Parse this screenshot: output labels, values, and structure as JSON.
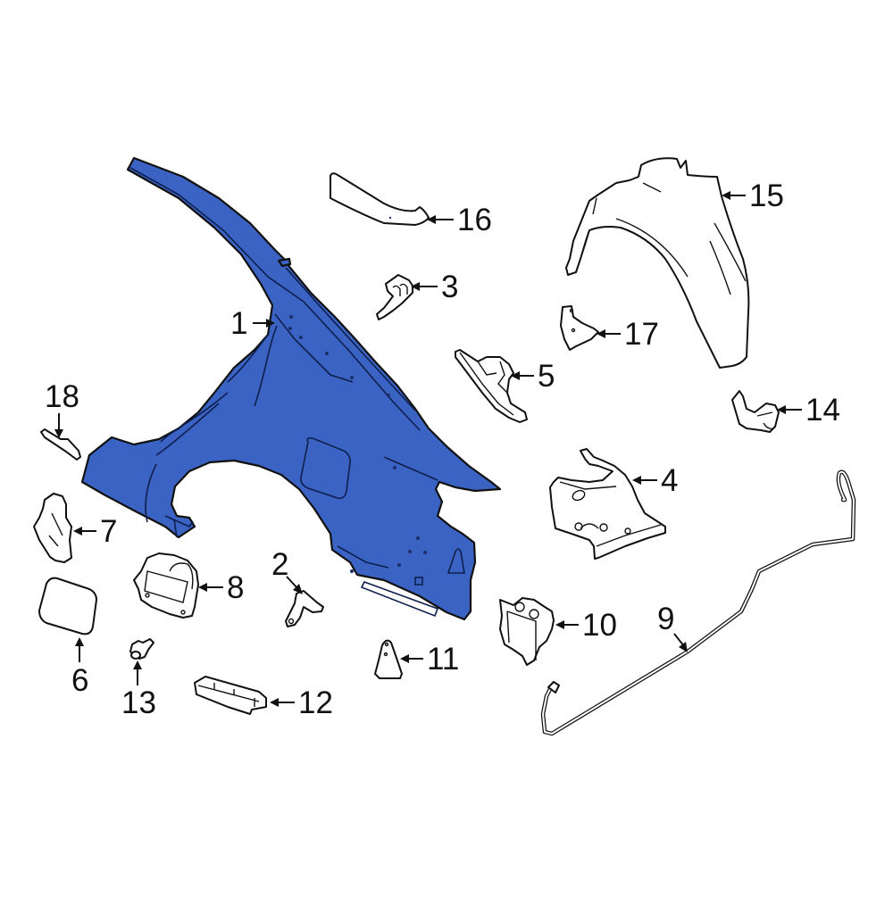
{
  "diagram": {
    "type": "exploded-parts-diagram",
    "subject": "Quarter panel and related components",
    "highlight_color": "#3A63C4",
    "line_color": "#111111",
    "background": "#ffffff"
  },
  "callouts": [
    {
      "id": "1",
      "label": "1",
      "part": "quarter-panel",
      "highlighted": true
    },
    {
      "id": "2",
      "label": "2",
      "part": "bracket"
    },
    {
      "id": "3",
      "label": "3",
      "part": "bracket"
    },
    {
      "id": "4",
      "label": "4",
      "part": "wheelhouse-extension"
    },
    {
      "id": "5",
      "label": "5",
      "part": "reinforcement"
    },
    {
      "id": "6",
      "label": "6",
      "part": "fuel-door"
    },
    {
      "id": "7",
      "label": "7",
      "part": "bracket"
    },
    {
      "id": "8",
      "label": "8",
      "part": "fuel-pocket-housing"
    },
    {
      "id": "9",
      "label": "9",
      "part": "drain-hose"
    },
    {
      "id": "10",
      "label": "10",
      "part": "extension-panel"
    },
    {
      "id": "11",
      "label": "11",
      "part": "bracket"
    },
    {
      "id": "12",
      "label": "12",
      "part": "extension"
    },
    {
      "id": "13",
      "label": "13",
      "part": "hinge-clip"
    },
    {
      "id": "14",
      "label": "14",
      "part": "bracket"
    },
    {
      "id": "15",
      "label": "15",
      "part": "inner-wheelhouse"
    },
    {
      "id": "16",
      "label": "16",
      "part": "reinforcement"
    },
    {
      "id": "17",
      "label": "17",
      "part": "bracket"
    },
    {
      "id": "18",
      "label": "18",
      "part": "bracket"
    }
  ]
}
